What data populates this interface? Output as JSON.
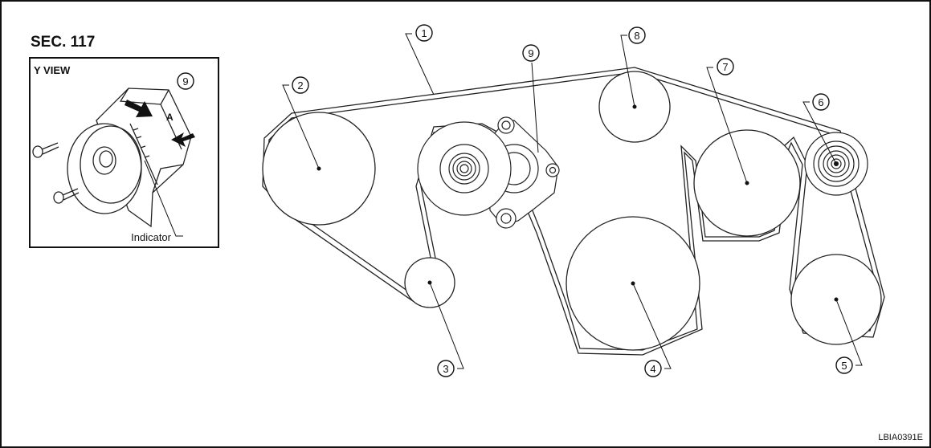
{
  "section_label": "SEC. 117",
  "drawing_code": "LBIA0391E",
  "y_view": {
    "title": "Y VIEW",
    "callout": "9",
    "arrow_label": "A",
    "indicator_label": "Indicator"
  },
  "callouts": {
    "c1": "1",
    "c2": "2",
    "c3": "3",
    "c4": "4",
    "c5": "5",
    "c6": "6",
    "c7": "7",
    "c8": "8",
    "c9": "9"
  }
}
